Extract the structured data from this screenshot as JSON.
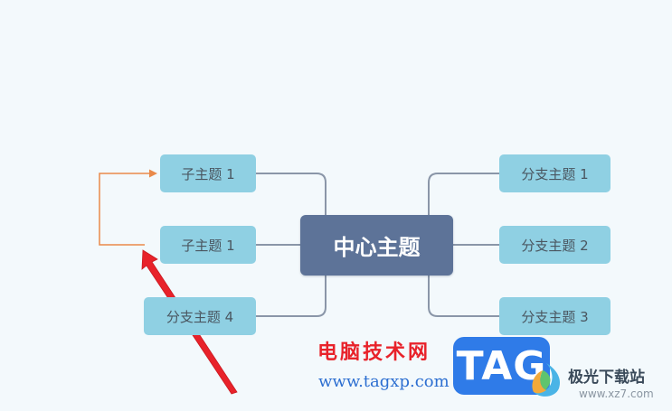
{
  "mindmap": {
    "central_topic": "中心主题",
    "left_subtopics": [
      "子主题 1",
      "子主题 1",
      "分支主题 4"
    ],
    "right_subtopics": [
      "分支主题 1",
      "分支主题 2",
      "分支主题 3"
    ]
  },
  "colors": {
    "background": "#f3f9fc",
    "central_fill": "#5d7398",
    "subtopic_fill": "#8fd0e3",
    "connector_line": "#8a96a8",
    "relation_arrow": "#e9894a",
    "annotation_arrow": "#e8222a"
  },
  "icons": {
    "relation_arrow": "arrow-right",
    "annotation_arrow": "red-pointer-arrow"
  },
  "watermark": {
    "site_name": "电脑技术网",
    "site_url": "www.tagxp.com",
    "tag_logo": "TAG",
    "aurora_name": "极光下载站",
    "aurora_url": "www.xz7.com"
  }
}
